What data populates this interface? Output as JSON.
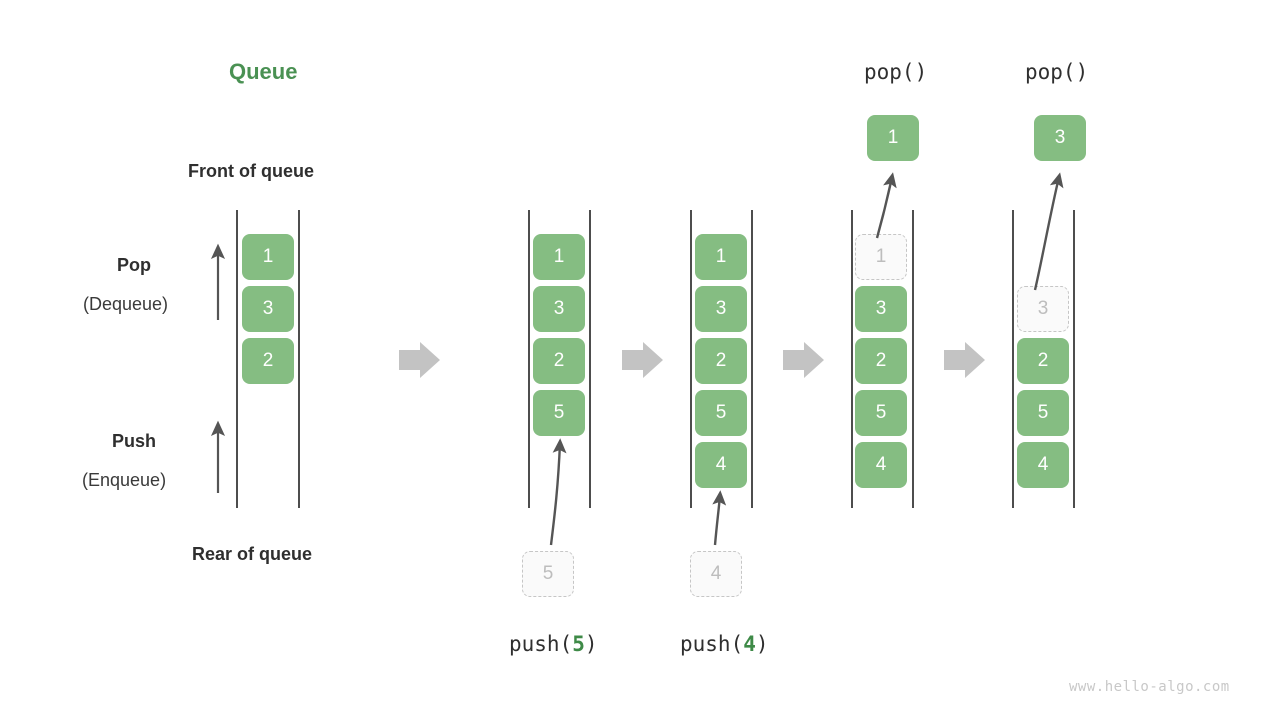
{
  "title": "Queue",
  "labels": {
    "front_of_queue": "Front of queue",
    "rear_of_queue": "Rear of queue",
    "pop": "Pop",
    "dequeue": "(Dequeue)",
    "push": "Push",
    "enqueue": "(Enqueue)"
  },
  "colors": {
    "accent_green": "#4a9153",
    "cell_fill": "#85bd82",
    "cell_text": "#ffffff",
    "ghost_border": "#c6c6c6",
    "ghost_text": "#bdbdbd",
    "rail": "#4d4d4d",
    "arrow_gray": "#c3c3c3",
    "curve_arrow": "#555555",
    "text_dark": "#2f2f2f",
    "watermark": "#c8c8c8"
  },
  "operations": {
    "push_5": {
      "prefix": "push(",
      "arg": "5",
      "suffix": ")"
    },
    "push_4": {
      "prefix": "push(",
      "arg": "4",
      "suffix": ")"
    },
    "pop_1": "pop()",
    "pop_2": "pop()"
  },
  "stages": [
    {
      "id": "initial",
      "caption": "",
      "cells": [
        {
          "value": "1",
          "state": "filled"
        },
        {
          "value": "3",
          "state": "filled"
        },
        {
          "value": "2",
          "state": "filled"
        }
      ]
    },
    {
      "id": "after-push-5",
      "caption": "push(5)",
      "incoming": {
        "value": "5",
        "state": "ghost"
      },
      "cells": [
        {
          "value": "1",
          "state": "filled"
        },
        {
          "value": "3",
          "state": "filled"
        },
        {
          "value": "2",
          "state": "filled"
        },
        {
          "value": "5",
          "state": "filled"
        }
      ]
    },
    {
      "id": "after-push-4",
      "caption": "push(4)",
      "incoming": {
        "value": "4",
        "state": "ghost"
      },
      "cells": [
        {
          "value": "1",
          "state": "filled"
        },
        {
          "value": "3",
          "state": "filled"
        },
        {
          "value": "2",
          "state": "filled"
        },
        {
          "value": "5",
          "state": "filled"
        },
        {
          "value": "4",
          "state": "filled"
        }
      ]
    },
    {
      "id": "after-pop-1",
      "caption": "pop()",
      "outgoing": {
        "value": "1",
        "state": "filled"
      },
      "cells": [
        {
          "value": "1",
          "state": "ghost"
        },
        {
          "value": "3",
          "state": "filled"
        },
        {
          "value": "2",
          "state": "filled"
        },
        {
          "value": "5",
          "state": "filled"
        },
        {
          "value": "4",
          "state": "filled"
        }
      ]
    },
    {
      "id": "after-pop-2",
      "caption": "pop()",
      "outgoing": {
        "value": "3",
        "state": "filled"
      },
      "cells": [
        {
          "value": "",
          "state": "empty"
        },
        {
          "value": "3",
          "state": "ghost"
        },
        {
          "value": "2",
          "state": "filled"
        },
        {
          "value": "5",
          "state": "filled"
        },
        {
          "value": "4",
          "state": "filled"
        }
      ]
    }
  ],
  "watermark": "www.hello-algo.com"
}
